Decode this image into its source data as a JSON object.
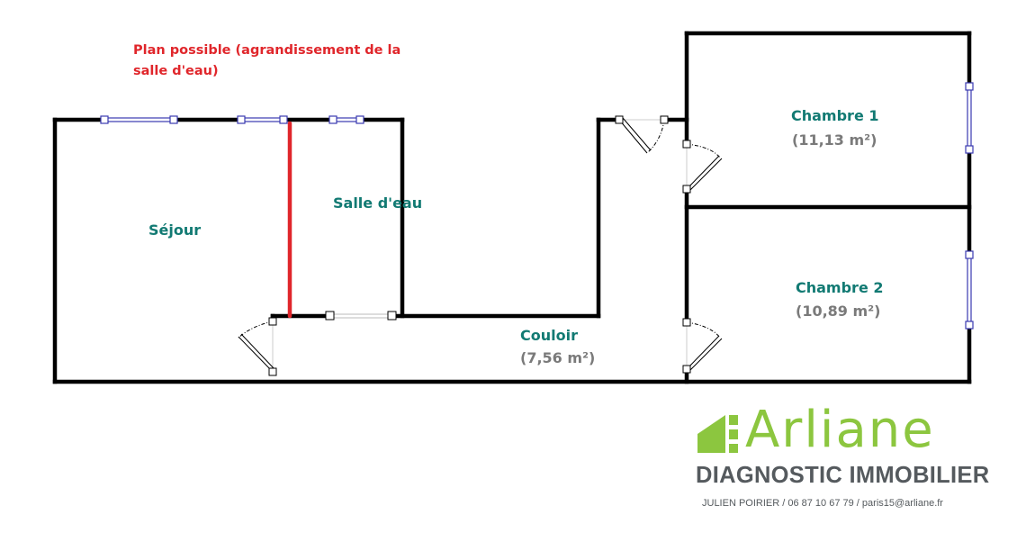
{
  "note": "Plan possible (agrandissement de la salle d'eau)",
  "rooms": [
    {
      "name": "Séjour"
    },
    {
      "name": "Salle d'eau"
    },
    {
      "name": "Couloir",
      "area": "(7,56 m²)"
    },
    {
      "name": "Chambre 1",
      "area": "(11,13 m²)"
    },
    {
      "name": "Chambre 2",
      "area": "(10,89 m²)"
    }
  ],
  "logo": {
    "brand": "Arliane",
    "tagline": "DIAGNOSTIC IMMOBILIER",
    "contact": "JULIEN POIRIER / 06 87 10 67 79 / paris15@arliane.fr"
  },
  "colors": {
    "wall": "#000000",
    "proposed_wall": "#e0262b",
    "window": "#3a3ab0",
    "room_label": "#127a73",
    "area_label": "#7a7a7a",
    "brand_green": "#8cc63f",
    "brand_gray": "#555a5e"
  }
}
